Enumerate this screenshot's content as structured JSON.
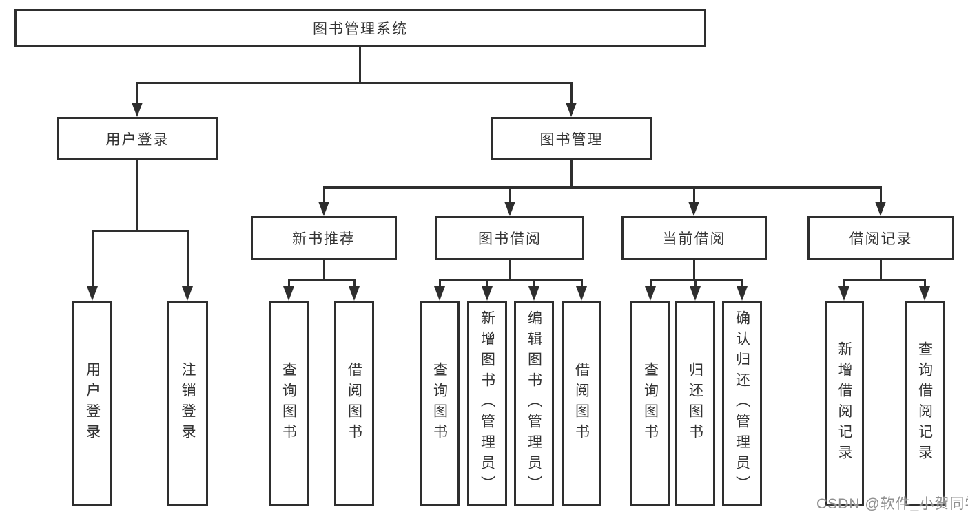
{
  "colors": {
    "line": "#2e2e2e",
    "box_background": "#ffffff",
    "text": "#333333",
    "watermark": "#8f8f8f"
  },
  "watermark": "CSDN @软件_小贺同学",
  "root": {
    "label": "图书管理系统"
  },
  "level2": [
    {
      "label": "用户登录"
    },
    {
      "label": "图书管理"
    }
  ],
  "level3": [
    {
      "label": "新书推荐",
      "parent": "图书管理"
    },
    {
      "label": "图书借阅",
      "parent": "图书管理"
    },
    {
      "label": "当前借阅",
      "parent": "图书管理"
    },
    {
      "label": "借阅记录",
      "parent": "图书管理"
    }
  ],
  "level4": [
    {
      "label": "用户登录",
      "parent": "用户登录"
    },
    {
      "label": "注销登录",
      "parent": "用户登录"
    },
    {
      "label": "查询图书",
      "parent": "新书推荐"
    },
    {
      "label": "借阅图书",
      "parent": "新书推荐"
    },
    {
      "label": "查询图书",
      "parent": "图书借阅"
    },
    {
      "label": "新增图书（管理员）",
      "parent": "图书借阅"
    },
    {
      "label": "编辑图书（管理员）",
      "parent": "图书借阅"
    },
    {
      "label": "借阅图书",
      "parent": "图书借阅"
    },
    {
      "label": "查询图书",
      "parent": "当前借阅"
    },
    {
      "label": "归还图书",
      "parent": "当前借阅"
    },
    {
      "label": "确认归还（管理员）",
      "parent": "当前借阅"
    },
    {
      "label": "新增借阅记录",
      "parent": "借阅记录"
    },
    {
      "label": "查询借阅记录",
      "parent": "借阅记录"
    }
  ]
}
